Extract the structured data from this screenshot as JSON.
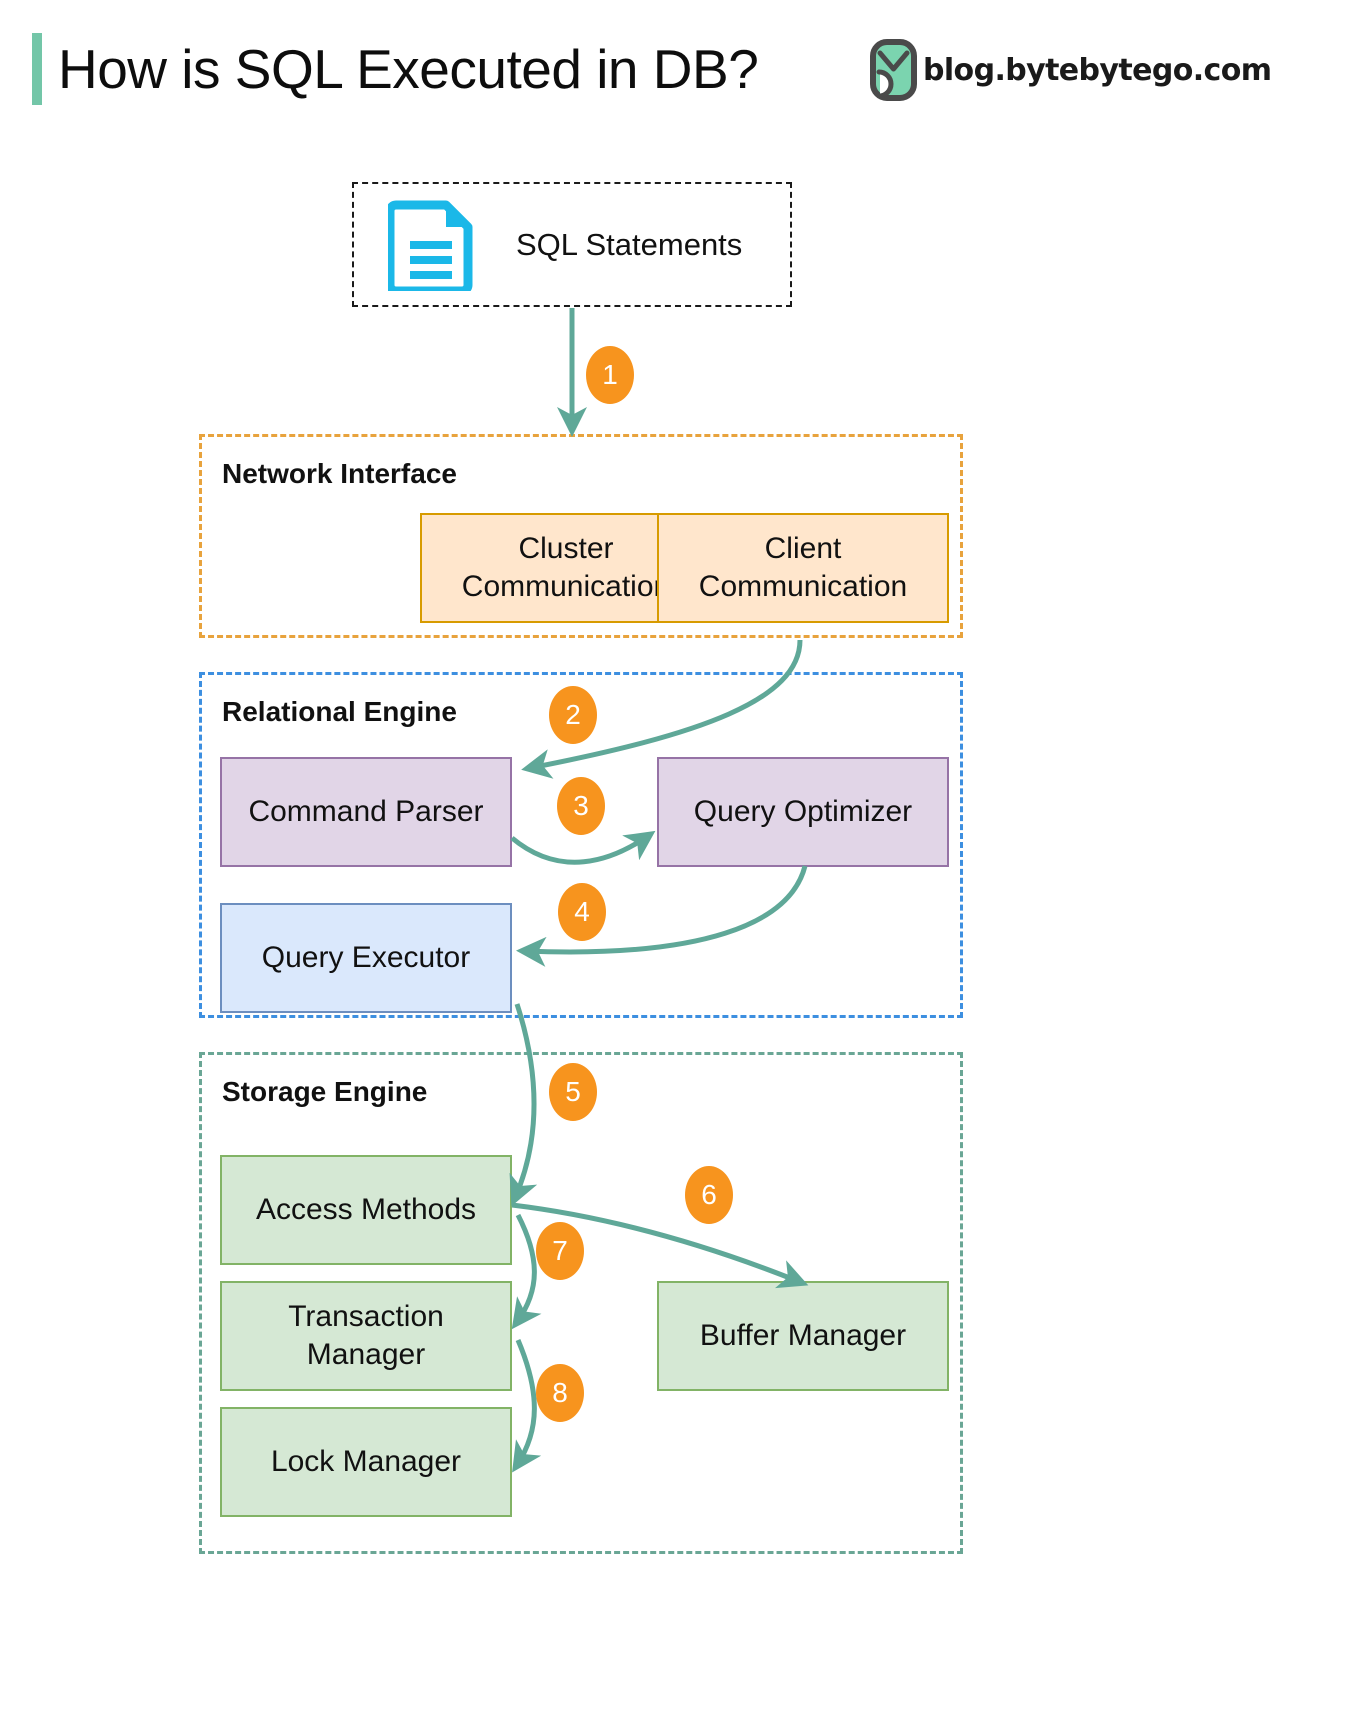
{
  "header": {
    "title": "How is SQL Executed in DB?",
    "brand_text": "blog.bytebytego.com",
    "accent_color": "#73C6A8",
    "logo_icon": "bytebytego-logo-icon"
  },
  "source": {
    "label": "SQL Statements",
    "icon": "document-icon",
    "icon_color": "#1BB8E8",
    "border_style": "dashed-black"
  },
  "groups": [
    {
      "id": "network-interface",
      "title": "Network Interface",
      "border_color": "#E8A33D",
      "boxes": [
        {
          "id": "cluster-communication",
          "label": "Cluster\nCommunication",
          "line1": "Cluster",
          "line2": "Communication",
          "fill": "#FFE6CC",
          "stroke": "#D79B00"
        },
        {
          "id": "client-communication",
          "label": "Client\nCommunication",
          "line1": "Client",
          "line2": "Communication",
          "fill": "#FFE6CC",
          "stroke": "#D79B00"
        }
      ]
    },
    {
      "id": "relational-engine",
      "title": "Relational Engine",
      "border_color": "#3D8FE0",
      "boxes": [
        {
          "id": "command-parser",
          "label": "Command Parser",
          "fill": "#E1D5E7",
          "stroke": "#9673A6"
        },
        {
          "id": "query-optimizer",
          "label": "Query Optimizer",
          "fill": "#E1D5E7",
          "stroke": "#9673A6"
        },
        {
          "id": "query-executor",
          "label": "Query Executor",
          "fill": "#DAE8FC",
          "stroke": "#6C8EBF"
        }
      ]
    },
    {
      "id": "storage-engine",
      "title": "Storage Engine",
      "border_color": "#6AA695",
      "boxes": [
        {
          "id": "access-methods",
          "label": "Access Methods",
          "fill": "#D5E8D4",
          "stroke": "#82B366"
        },
        {
          "id": "transaction-manager",
          "label": "Transaction\nManager",
          "line1": "Transaction",
          "line2": "Manager",
          "fill": "#D5E8D4",
          "stroke": "#82B366"
        },
        {
          "id": "lock-manager",
          "label": "Lock Manager",
          "fill": "#D5E8D4",
          "stroke": "#82B366"
        },
        {
          "id": "buffer-manager",
          "label": "Buffer Manager",
          "fill": "#D5E8D4",
          "stroke": "#82B366"
        }
      ]
    }
  ],
  "steps": [
    {
      "n": "1",
      "from": "SQL Statements",
      "to": "Network Interface"
    },
    {
      "n": "2",
      "from": "Client Communication",
      "to": "Command Parser"
    },
    {
      "n": "3",
      "from": "Command Parser",
      "to": "Query Optimizer"
    },
    {
      "n": "4",
      "from": "Query Optimizer",
      "to": "Query Executor"
    },
    {
      "n": "5",
      "from": "Query Executor",
      "to": "Access Methods"
    },
    {
      "n": "6",
      "from": "Access Methods",
      "to": "Buffer Manager"
    },
    {
      "n": "7",
      "from": "Access Methods",
      "to": "Transaction Manager"
    },
    {
      "n": "8",
      "from": "Transaction Manager",
      "to": "Lock Manager"
    }
  ],
  "colors": {
    "arrow": "#5FA898",
    "step_bubble": "#F7941E",
    "step_text": "#ffffff",
    "background": "#ffffff"
  },
  "chart_data": {
    "type": "diagram",
    "title": "How is SQL Executed in DB?",
    "nodes": [
      "SQL Statements",
      "Cluster Communication",
      "Client Communication",
      "Command Parser",
      "Query Optimizer",
      "Query Executor",
      "Access Methods",
      "Transaction Manager",
      "Lock Manager",
      "Buffer Manager"
    ],
    "edges": [
      {
        "label": "1",
        "source": "SQL Statements",
        "target": "Network Interface"
      },
      {
        "label": "2",
        "source": "Client Communication",
        "target": "Command Parser"
      },
      {
        "label": "3",
        "source": "Command Parser",
        "target": "Query Optimizer"
      },
      {
        "label": "4",
        "source": "Query Optimizer",
        "target": "Query Executor"
      },
      {
        "label": "5",
        "source": "Query Executor",
        "target": "Access Methods"
      },
      {
        "label": "6",
        "source": "Access Methods",
        "target": "Buffer Manager"
      },
      {
        "label": "7",
        "source": "Access Methods",
        "target": "Transaction Manager"
      },
      {
        "label": "8",
        "source": "Transaction Manager",
        "target": "Lock Manager"
      }
    ]
  }
}
